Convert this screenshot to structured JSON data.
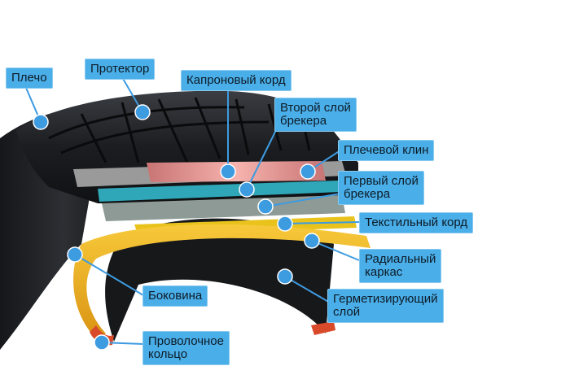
{
  "colors": {
    "label_bg": "#4aaee8",
    "marker": "#3d9be0",
    "leader": "#3d9be0",
    "tread_rubber": "#1a1c1f",
    "sidewall": "#2a2c30",
    "nylon_cord": "#f09999",
    "second_breaker": "#2fa7b8",
    "first_breaker": "#8e9a96",
    "textile_cord": "#e9c31c",
    "radial_carcass": "#f3b81a",
    "bead_wire": "#d94a2a"
  },
  "labels": [
    {
      "id": "shoulder",
      "text": "Плечо",
      "icon": "marker-dot"
    },
    {
      "id": "tread",
      "text": "Протектор",
      "icon": "marker-dot"
    },
    {
      "id": "nylon-cord",
      "text": "Капроновый корд",
      "icon": "marker-dot"
    },
    {
      "id": "second-breaker",
      "text": "Второй слой\nбрекера",
      "icon": "marker-dot"
    },
    {
      "id": "shoulder-wedge",
      "text": "Плечевой клин",
      "icon": "marker-dot"
    },
    {
      "id": "first-breaker",
      "text": "Первый слой\nбрекера",
      "icon": "marker-dot"
    },
    {
      "id": "textile-cord",
      "text": "Текстильный корд",
      "icon": "marker-dot"
    },
    {
      "id": "radial-carcass",
      "text": "Радиальный\nкаркас",
      "icon": "marker-dot"
    },
    {
      "id": "sealing-layer",
      "text": "Герметизирующий\nслой",
      "icon": "marker-dot"
    },
    {
      "id": "sidewall",
      "text": "Боковина",
      "icon": "marker-dot"
    },
    {
      "id": "bead-wire",
      "text": "Проволочное\nкольцо",
      "icon": "marker-dot"
    }
  ]
}
